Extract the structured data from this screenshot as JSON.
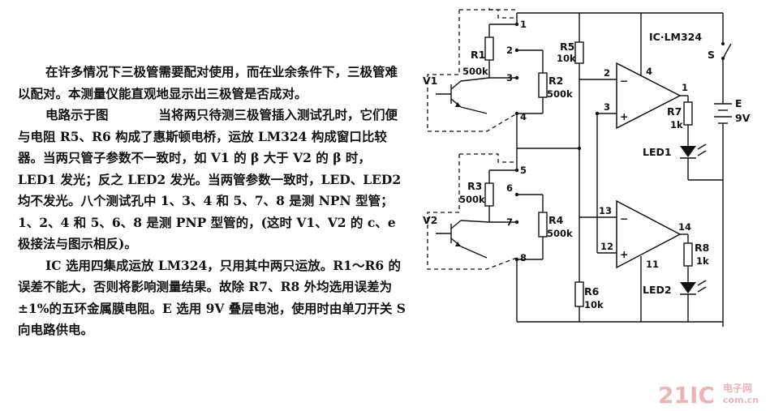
{
  "paragraphs": [
    "在许多情况下三极管需要配对使用，而在业余条件下，三极管难以配对。本测量仪能直观地显示出三极管是否成对。",
    "电路示于图　　　　当将两只待测三极管插入测试孔时，它们便与电阻 R5、R6 构成了惠斯顿电桥，运放 LM324 构成窗口比较器。当两只管子参数不一致时，如 V1 的 β 大于 V2 的 β 时，LED1 发光；反之 LED2 发光。当两管参数一致时，LED、LED2 均不发光。八个测试孔中 1、3、4 和 5、7、8 是测 NPN 型管；1、2、4 和 5、6、8 是测 PNP 型管的，(这时 V1、V2 的 c、e 极接法与图示相反)。",
    "IC 选用四集成运放 LM324，只用其中两只运放。R1～R6 的误差不能大，否则将影响测量结果。故除 R7、R8 外均选用误差为±1%的五环金属膜电阻。E 选用 9V 叠层电池，使用时由单刀开关 S 向电路供电。"
  ],
  "schematic": {
    "ic_label": "IC·LM324",
    "switch_label": "S",
    "battery_label": "E",
    "battery_voltage": "9V",
    "transistors": {
      "v1": "V1",
      "v2": "V2"
    },
    "resistors": {
      "r1": {
        "name": "R1",
        "value": "500k"
      },
      "r2": {
        "name": "R2",
        "value": "500k"
      },
      "r3": {
        "name": "R3",
        "value": "500k"
      },
      "r4": {
        "name": "R4",
        "value": "500k"
      },
      "r5": {
        "name": "R5",
        "value": "10k"
      },
      "r6": {
        "name": "R6",
        "value": "10k"
      },
      "r7": {
        "name": "R7",
        "value": "1k"
      },
      "r8": {
        "name": "R8",
        "value": "1k"
      }
    },
    "leds": {
      "led1": "LED1",
      "led2": "LED2"
    },
    "test_holes": [
      "1",
      "2",
      "3",
      "4",
      "5",
      "6",
      "7",
      "8"
    ],
    "opamp_pins": {
      "a_minus": "2",
      "a_plus": "3",
      "a_out": "1",
      "vcc": "4",
      "b_minus": "13",
      "b_plus": "12",
      "b_out": "14",
      "gnd": "11"
    },
    "opamp_signs": {
      "minus": "−",
      "plus": "+"
    }
  },
  "watermark": {
    "brand": "21IC",
    "sub_top": "电子网",
    "sub_bottom": "com.cn"
  },
  "colors": {
    "watermark": "#d9534f"
  }
}
